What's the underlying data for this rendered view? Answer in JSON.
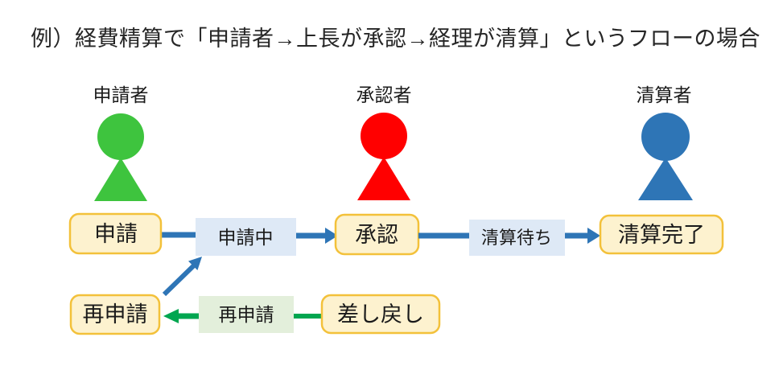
{
  "title": "例）経費精算で「申請者→上長が承認→経理が清算」というフローの場合",
  "actors": [
    {
      "label": "申請者",
      "label_color": "#2DB52D",
      "icon_color": "#3EC43E"
    },
    {
      "label": "承認者",
      "label_color": "#FF0000",
      "icon_color": "#FF0000"
    },
    {
      "label": "清算者",
      "label_color": "#26619C",
      "icon_color": "#2E75B6"
    }
  ],
  "nodes": {
    "apply": "申請",
    "applying": "申請中",
    "approve": "承認",
    "awaiting_settlement": "清算待ち",
    "settlement_done": "清算完了",
    "reapply": "再申請",
    "reapply_status": "再申請",
    "send_back": "差し戻し"
  },
  "colors": {
    "flow_arrow": "#2E75B6",
    "return_arrow": "#00A650",
    "action_box_fill": "#FDF2CF",
    "action_box_border": "#F3C13A",
    "status_box_fill": "#DEE9F6",
    "return_status_fill": "#E3EFDB",
    "title_text": "#262626",
    "node_text": "#1A1A1A"
  }
}
